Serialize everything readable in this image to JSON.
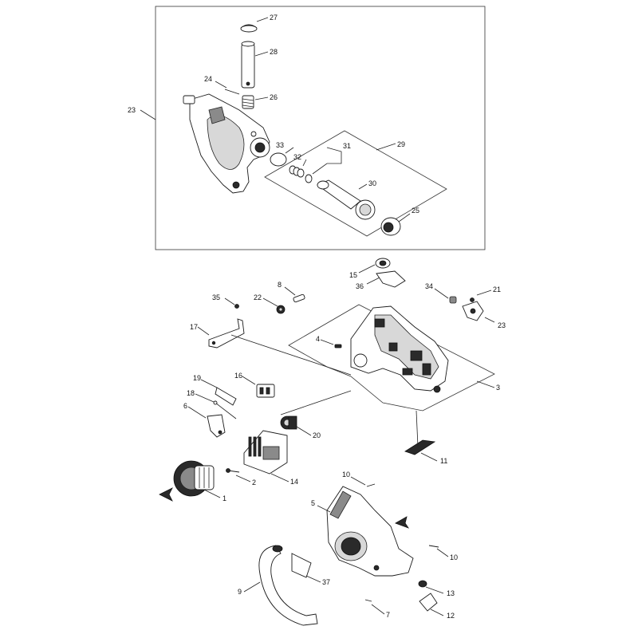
{
  "callouts": [
    "27",
    "28",
    "24",
    "26",
    "23",
    "33",
    "32",
    "31",
    "29",
    "30",
    "25",
    "15",
    "36",
    "34",
    "21",
    "23",
    "8",
    "35",
    "22",
    "17",
    "4",
    "3",
    "19",
    "16",
    "18",
    "6",
    "20",
    "11",
    "2",
    "14",
    "1",
    "10",
    "5",
    "10",
    "9",
    "37",
    "13",
    "7",
    "12"
  ]
}
